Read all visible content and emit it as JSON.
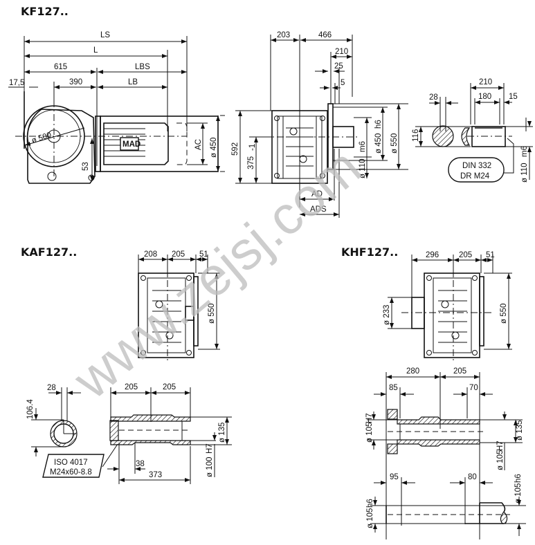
{
  "watermark": "www.zejsj.com",
  "kf": {
    "title": "KF127..",
    "side": {
      "LS": "LS",
      "L": "L",
      "d615": "615",
      "LBS": "LBS",
      "d17_5": "17,5",
      "d390": "390",
      "LB": "LB",
      "dia500": "ø 500",
      "d53": "53",
      "AC": "AC",
      "dia450": "ø 450",
      "badge": "MAD"
    },
    "front": {
      "d203": "203",
      "d466": "466",
      "d210": "210",
      "d25": "25",
      "d5": "5",
      "d592": "592",
      "d375": "375",
      "d375_tol": "-1",
      "dia450": "ø 450",
      "dia450_tol": "h6",
      "dia550": "ø 550",
      "dia110": "ø 110",
      "dia110_tol": "m6",
      "AD": "AD",
      "ADS": "ADS"
    },
    "shaft": {
      "d28": "28",
      "d210": "210",
      "d180": "180",
      "d15": "15",
      "d116": "116",
      "din_line1": "DIN 332",
      "din_line2": "DR  M24",
      "dia110": "ø 110",
      "dia110_tol": "m6"
    }
  },
  "kaf": {
    "title": "KAF127..",
    "top": {
      "d208": "208",
      "d205": "205",
      "d51": "51",
      "dia550": "ø 550"
    },
    "hollow": {
      "d28": "28",
      "d106_4": "106.4",
      "d205a": "205",
      "d205b": "205",
      "dia135": "ø 135",
      "dia100": "ø 100",
      "dia100_tol": "H7",
      "d38": "38",
      "d373": "373",
      "iso_line1": "ISO 4017",
      "iso_line2": "M24x60-8.8"
    }
  },
  "khf": {
    "title": "KHF127..",
    "top": {
      "d296": "296",
      "d205": "205",
      "d51": "51",
      "dia233": "ø 233",
      "dia550": "ø 550"
    },
    "hollow": {
      "d280": "280",
      "d205": "205",
      "d85": "85",
      "d70": "70",
      "dia105_left": "ø 105",
      "dia105_left_tol": "H7",
      "dia135": "ø 135",
      "dia105_right": "ø 105",
      "dia105_right_tol": "H7"
    },
    "shaft": {
      "d95": "95",
      "d80": "80",
      "dia105_left": "ø 105",
      "dia105_left_tol": "h6",
      "dia105_right": "ø 105",
      "dia105_right_tol": "h6"
    }
  }
}
